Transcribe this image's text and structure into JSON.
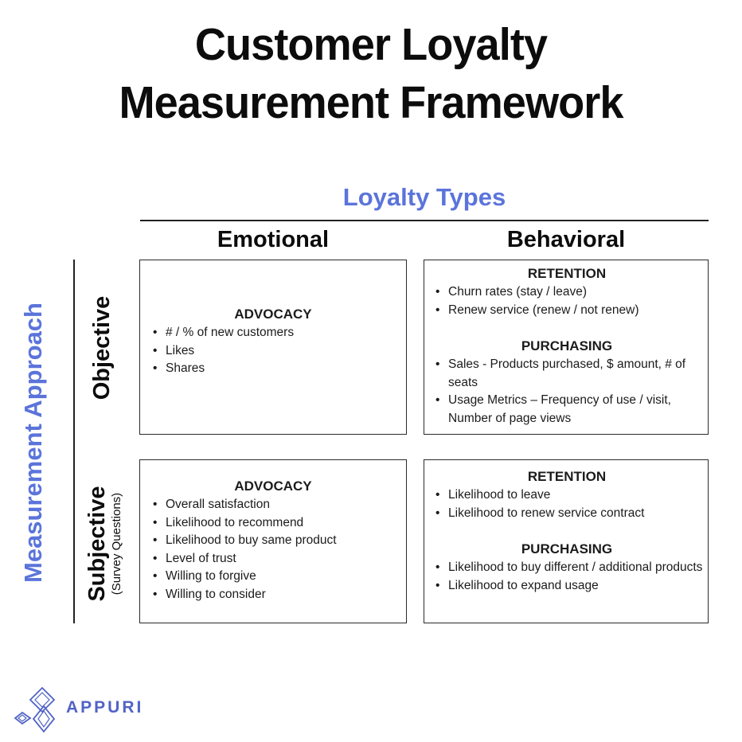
{
  "title": {
    "line1": "Customer Loyalty",
    "line2": "Measurement Framework"
  },
  "matrix": {
    "columns_axis_title": "Loyalty Types",
    "rows_axis_title": "Measurement Approach",
    "columns": [
      {
        "label": "Emotional"
      },
      {
        "label": "Behavioral"
      }
    ],
    "rows": [
      {
        "label": "Objective"
      },
      {
        "label": "Subjective",
        "sublabel": "(Survey Questions)"
      }
    ]
  },
  "quadrants": {
    "objective_emotional": {
      "sections": [
        {
          "heading": "ADVOCACY",
          "items": [
            "# / % of new customers",
            "Likes",
            "Shares"
          ]
        }
      ]
    },
    "objective_behavioral": {
      "sections": [
        {
          "heading": "RETENTION",
          "items": [
            "Churn rates (stay / leave)",
            "Renew service (renew / not renew)"
          ]
        },
        {
          "heading": "PURCHASING",
          "items": [
            "Sales - Products purchased, $ amount, # of seats",
            "Usage Metrics – Frequency of use / visit, Number of page views"
          ]
        }
      ]
    },
    "subjective_emotional": {
      "sections": [
        {
          "heading": "ADVOCACY",
          "items": [
            "Overall satisfaction",
            "Likelihood to recommend",
            "Likelihood to buy same product",
            "Level of trust",
            "Willing to forgive",
            "Willing to consider"
          ]
        }
      ]
    },
    "subjective_behavioral": {
      "sections": [
        {
          "heading": "RETENTION",
          "items": [
            "Likelihood to leave",
            "Likelihood to renew service contract"
          ]
        },
        {
          "heading": "PURCHASING",
          "items": [
            "Likelihood to buy different / additional products",
            "Likelihood to expand usage"
          ]
        }
      ]
    }
  },
  "logo": {
    "text": "APPURI"
  },
  "colors": {
    "accent_blue": "#5B74DB",
    "logo_blue": "#5163C6",
    "line_black": "#222222"
  }
}
